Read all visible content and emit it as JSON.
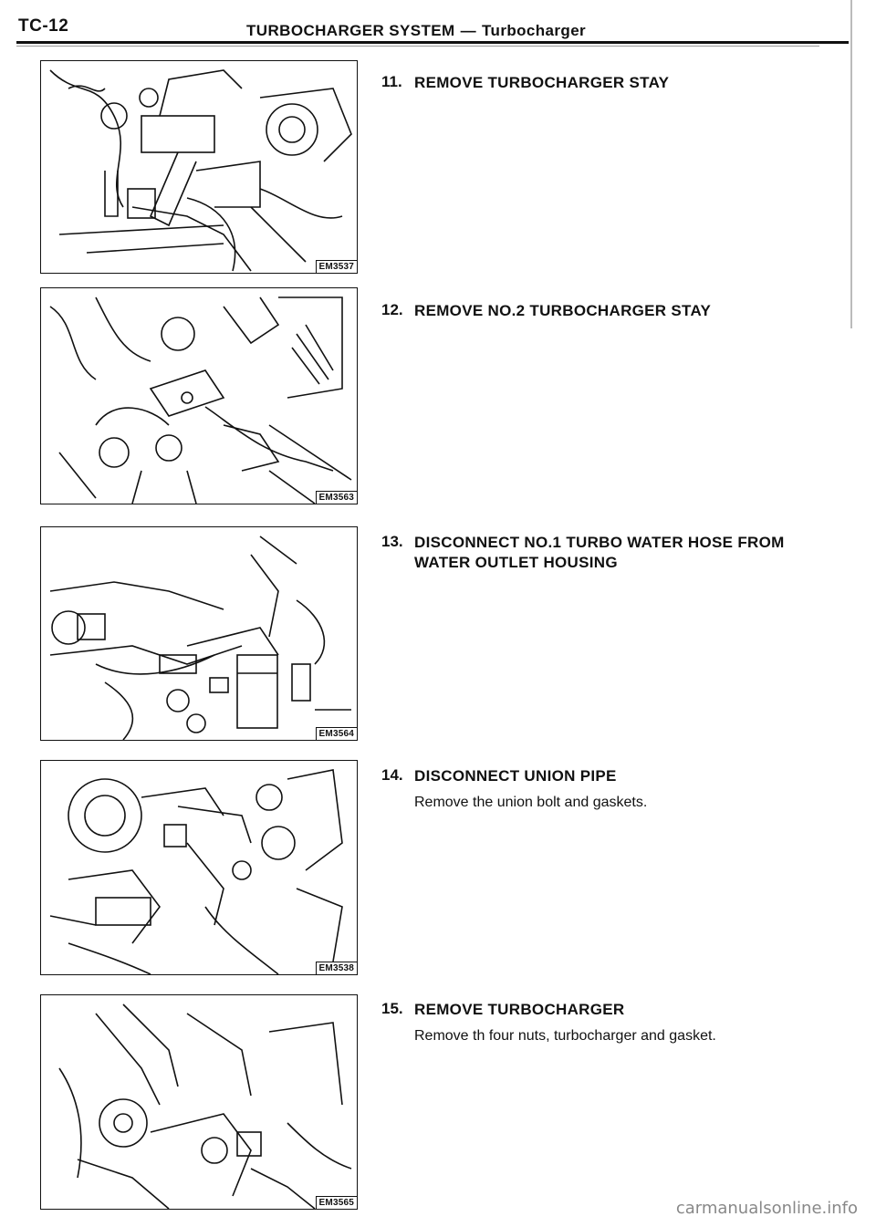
{
  "header": {
    "code": "TC-12",
    "title": "TURBOCHARGER SYSTEM",
    "separator": "—",
    "subtitle": "Turbocharger"
  },
  "figures": [
    {
      "code": "EM3537"
    },
    {
      "code": "EM3563"
    },
    {
      "code": "EM3564"
    },
    {
      "code": "EM3538"
    },
    {
      "code": "EM3565"
    }
  ],
  "steps": [
    {
      "num": "11.",
      "heading": "REMOVE TURBOCHARGER STAY",
      "body": ""
    },
    {
      "num": "12.",
      "heading": "REMOVE NO.2 TURBOCHARGER STAY",
      "body": ""
    },
    {
      "num": "13.",
      "heading": "DISCONNECT NO.1 TURBO WATER HOSE FROM WATER OUTLET HOUSING",
      "body": ""
    },
    {
      "num": "14.",
      "heading": "DISCONNECT UNION PIPE",
      "body": "Remove the union bolt and gaskets."
    },
    {
      "num": "15.",
      "heading": "REMOVE TURBOCHARGER",
      "body": "Remove th four nuts, turbocharger and gasket."
    }
  ],
  "footer": {
    "watermark": "carmanualsonline.info"
  }
}
